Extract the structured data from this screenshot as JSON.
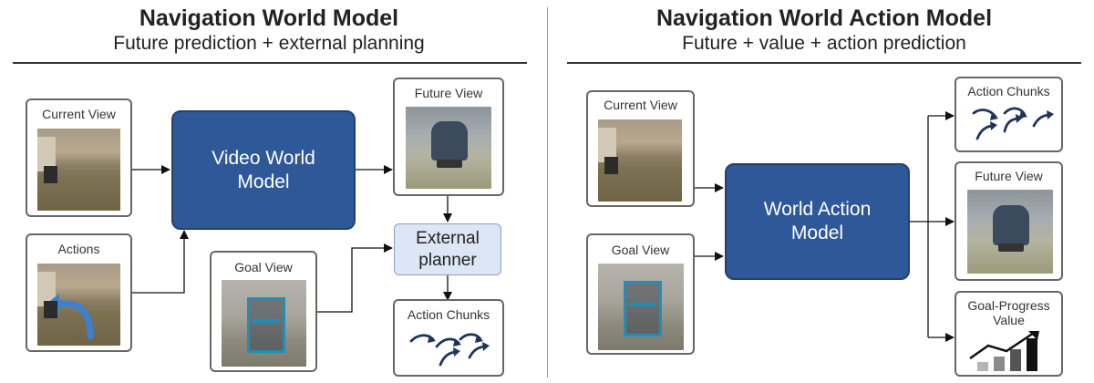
{
  "left": {
    "title": "Navigation World Model",
    "subtitle": "Future prediction + external planning",
    "current_view": "Current View",
    "actions": "Actions",
    "video_world_model_line1": "Video World",
    "video_world_model_line2": "Model",
    "future_view": "Future View",
    "goal_view": "Goal View",
    "external_planner_line1": "External",
    "external_planner_line2": "planner",
    "action_chunks": "Action Chunks"
  },
  "right": {
    "title": "Navigation World Action Model",
    "subtitle": "Future + value + action prediction",
    "current_view": "Current View",
    "goal_view": "Goal View",
    "world_action_model_line1": "World Action",
    "world_action_model_line2": "Model",
    "action_chunks": "Action Chunks",
    "future_view": "Future View",
    "goal_progress_line1": "Goal-Progress",
    "goal_progress_line2": "Value"
  },
  "colors": {
    "model_block": "#2f5899",
    "planner_fill": "#dde6f4",
    "action_arrow": "#1f3558",
    "trajectory_overlay": "#3d7fd0"
  }
}
